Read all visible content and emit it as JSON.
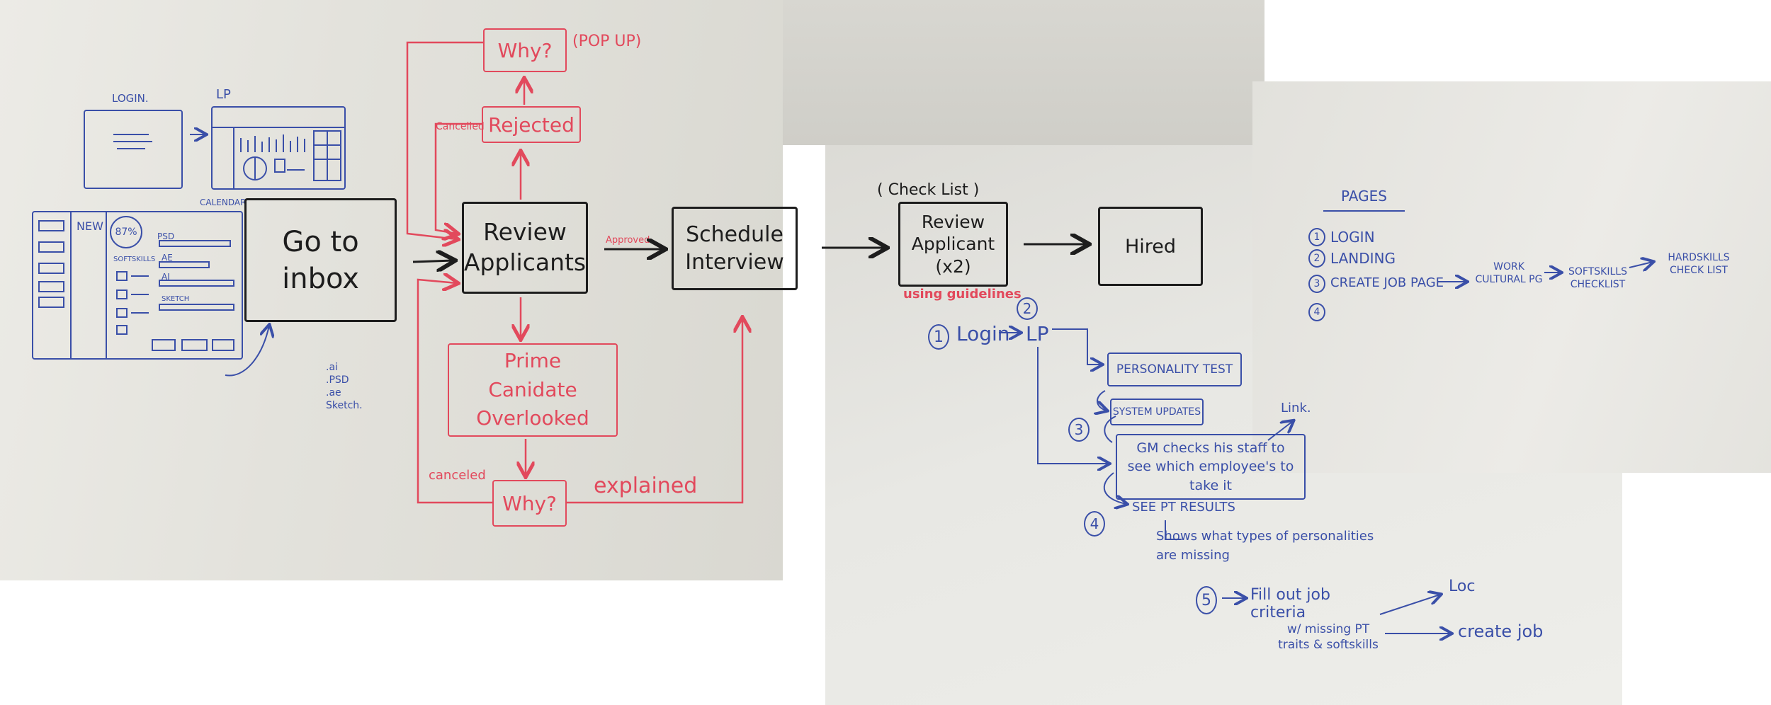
{
  "colors": {
    "black_marker": "#1d1d1d",
    "red_marker": "#e2495c",
    "blue_marker": "#3a4fa8"
  },
  "sketch": {
    "login_label": "LOGIN.",
    "lp_label": "LP",
    "calendar_label": "CALENDAR",
    "new_label": "NEW",
    "percent_label": "87%",
    "psd_label": "PSD",
    "softskills_label": "SOFTSKILLS",
    "ae_label": "AE",
    "ai_label": "AI",
    "sketch_label": "SKETCH",
    "file_types": [
      ".ai",
      ".PSD",
      ".ae",
      "Sketch."
    ]
  },
  "flow": {
    "go_to_inbox": "Go to inbox",
    "review_applicants": "Review Applicants",
    "schedule_interview": "Schedule Interview",
    "rejected": "Rejected",
    "why_top": "Why?",
    "pop_up": "(POP UP)",
    "cancelled_top": "Cancelled",
    "approved": "Approved",
    "prime_candidate": "Prime Canidate Overlooked",
    "why_bottom": "Why?",
    "canceled_bottom": "canceled",
    "explained": "explained",
    "check_list": "( Check List )",
    "review_applicant_x2": "Review Applicant (x2)",
    "using_guidelines": "using guidelines",
    "hired": "Hired"
  },
  "steps": {
    "n1": "1",
    "login": "Login",
    "n2": "2",
    "lp": "LP",
    "personality_test": "PERSONALITY TEST",
    "system_updates": "SYSTEM UPDATES",
    "n3": "3",
    "gm_checks": "GM checks his staff to see which employee's to take it",
    "link": "Link.",
    "n4": "4",
    "see_pt_results": "SEE PT RESULTS",
    "shows_missing": "Shows what types of personalities are missing",
    "n5": "5",
    "fill_out": "Fill out job criteria",
    "w_missing": "w/ missing PT traits & softskills",
    "loc": "Loc",
    "create_job": "create job"
  },
  "pages": {
    "title": "PAGES",
    "items": [
      {
        "num": "1",
        "label": "LOGIN"
      },
      {
        "num": "2",
        "label": "LANDING"
      },
      {
        "num": "3",
        "label": "CREATE JOB PAGE"
      },
      {
        "num": "4",
        "label": ""
      }
    ],
    "work_cultural": "WORK CULTURAL PG",
    "softskills_checklist": "SOFTSKILLS CHECKLIST",
    "hardskills_checklist": "HARDSKILLS CHECK LIST"
  }
}
